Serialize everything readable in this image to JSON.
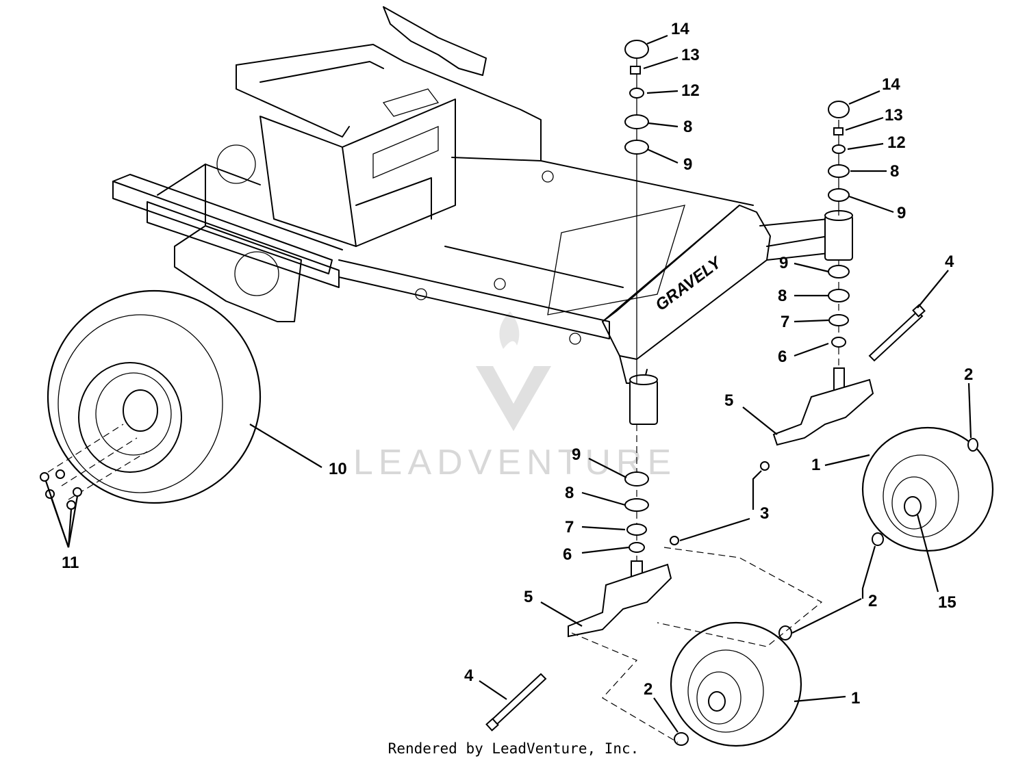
{
  "watermark": {
    "brand": "LEADVENTURE"
  },
  "frame_brand": "GRAVELY",
  "callouts": [
    {
      "id": "c14a",
      "text": "14"
    },
    {
      "id": "c13a",
      "text": "13"
    },
    {
      "id": "c12a",
      "text": "12"
    },
    {
      "id": "c8a",
      "text": "8"
    },
    {
      "id": "c9a",
      "text": "9"
    },
    {
      "id": "c14b",
      "text": "14"
    },
    {
      "id": "c13b",
      "text": "13"
    },
    {
      "id": "c12b",
      "text": "12"
    },
    {
      "id": "c8b",
      "text": "8"
    },
    {
      "id": "c9b",
      "text": "9"
    },
    {
      "id": "c9c",
      "text": "9"
    },
    {
      "id": "c8c",
      "text": "8"
    },
    {
      "id": "c7c",
      "text": "7"
    },
    {
      "id": "c6c",
      "text": "6"
    },
    {
      "id": "c4a",
      "text": "4"
    },
    {
      "id": "c2a",
      "text": "2"
    },
    {
      "id": "c5a",
      "text": "5"
    },
    {
      "id": "c1a",
      "text": "1"
    },
    {
      "id": "c10",
      "text": "10"
    },
    {
      "id": "c11",
      "text": "11"
    },
    {
      "id": "c9d",
      "text": "9"
    },
    {
      "id": "c8d",
      "text": "8"
    },
    {
      "id": "c7d",
      "text": "7"
    },
    {
      "id": "c6d",
      "text": "6"
    },
    {
      "id": "c3",
      "text": "3"
    },
    {
      "id": "c15",
      "text": "15"
    },
    {
      "id": "c2b",
      "text": "2"
    },
    {
      "id": "c5b",
      "text": "5"
    },
    {
      "id": "c4b",
      "text": "4"
    },
    {
      "id": "c2c",
      "text": "2"
    },
    {
      "id": "c1b",
      "text": "1"
    }
  ],
  "footer": {
    "text": "Rendered by LeadVenture, Inc."
  }
}
